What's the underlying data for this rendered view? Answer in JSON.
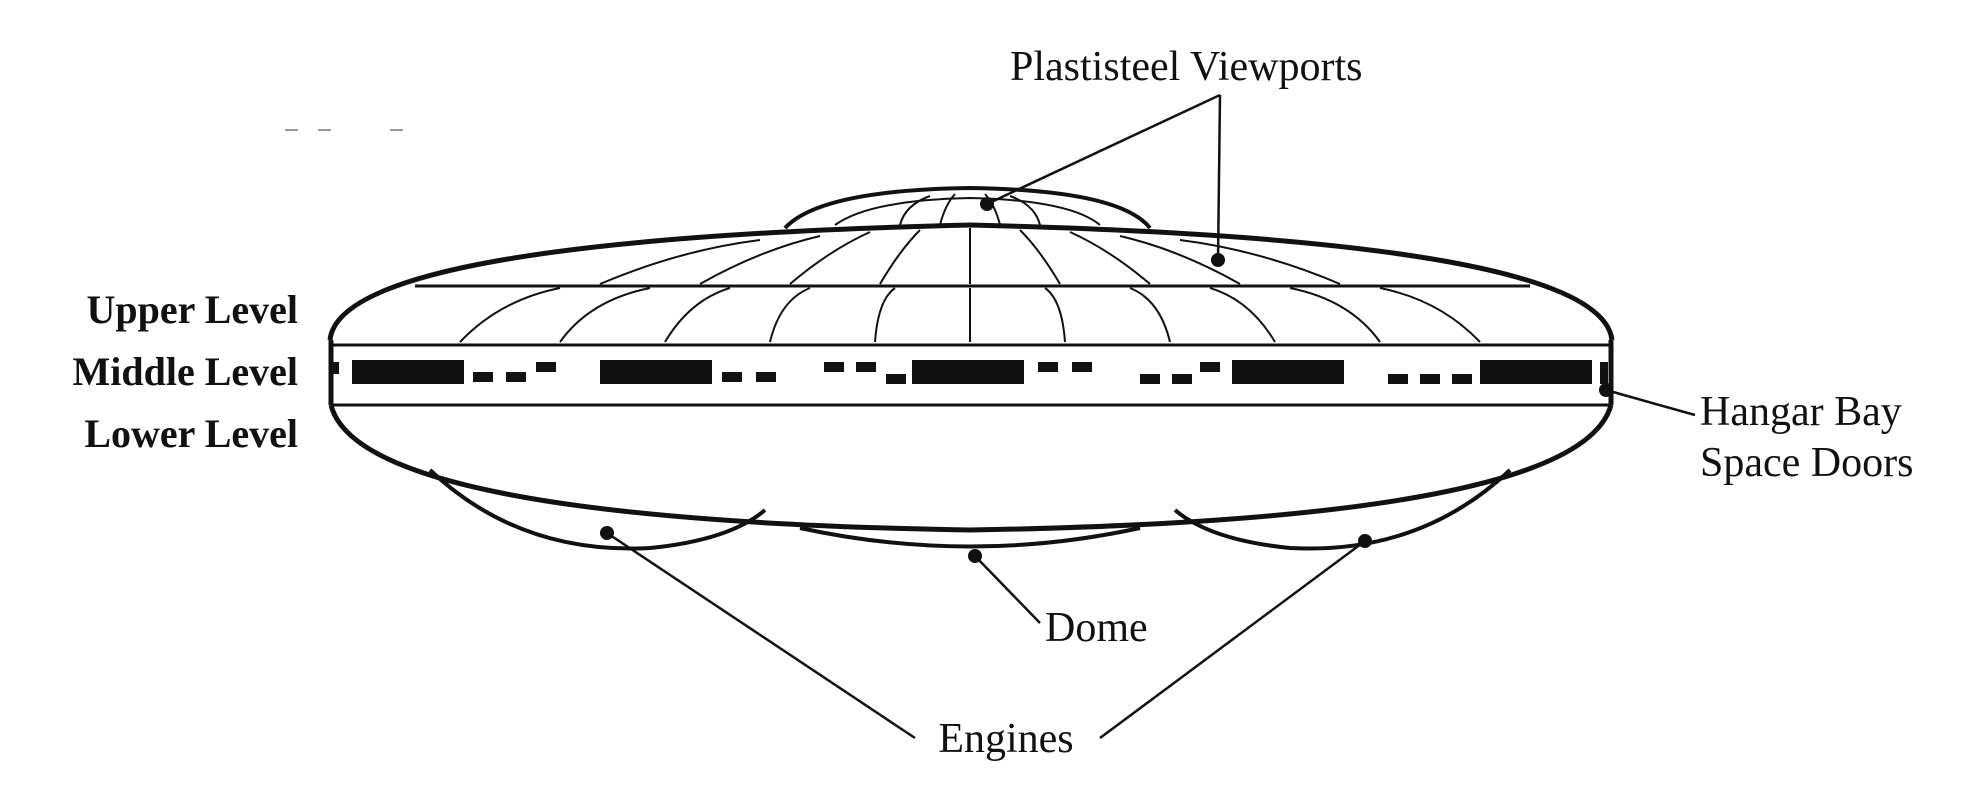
{
  "labels": {
    "plastisteel_viewports": "Plastisteel Viewports",
    "upper_level": "Upper Level",
    "middle_level": "Middle Level",
    "lower_level": "Lower Level",
    "hangar_bay_line1": "Hangar Bay",
    "hangar_bay_line2": "Space Doors",
    "dome": "Dome",
    "engines": "Engines"
  },
  "colors": {
    "ink": "#111111",
    "background": "#ffffff"
  }
}
